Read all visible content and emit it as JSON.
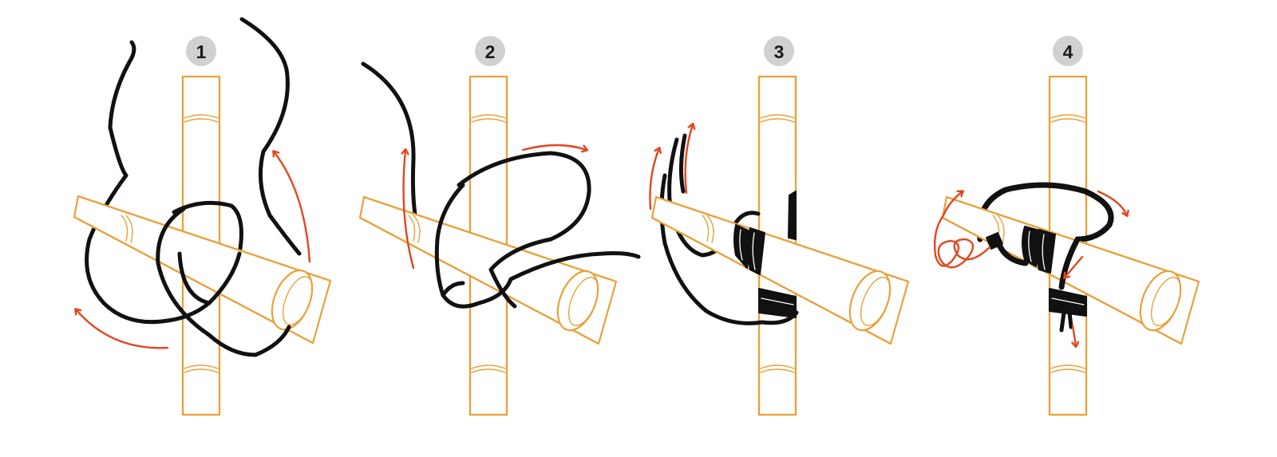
{
  "steps": [
    {
      "label": "1"
    },
    {
      "label": "2"
    },
    {
      "label": "3"
    },
    {
      "label": "4"
    }
  ],
  "colors": {
    "bamboo": "#e8a13a",
    "rope": "#111111",
    "arrow": "#e2471f",
    "badge": "#d1d1d1",
    "background": "#ffffff"
  },
  "icons": {
    "badge": "numbered-circle",
    "arrow": "motion-arrow",
    "pole": "bamboo-pole",
    "rope": "rope-strand"
  }
}
